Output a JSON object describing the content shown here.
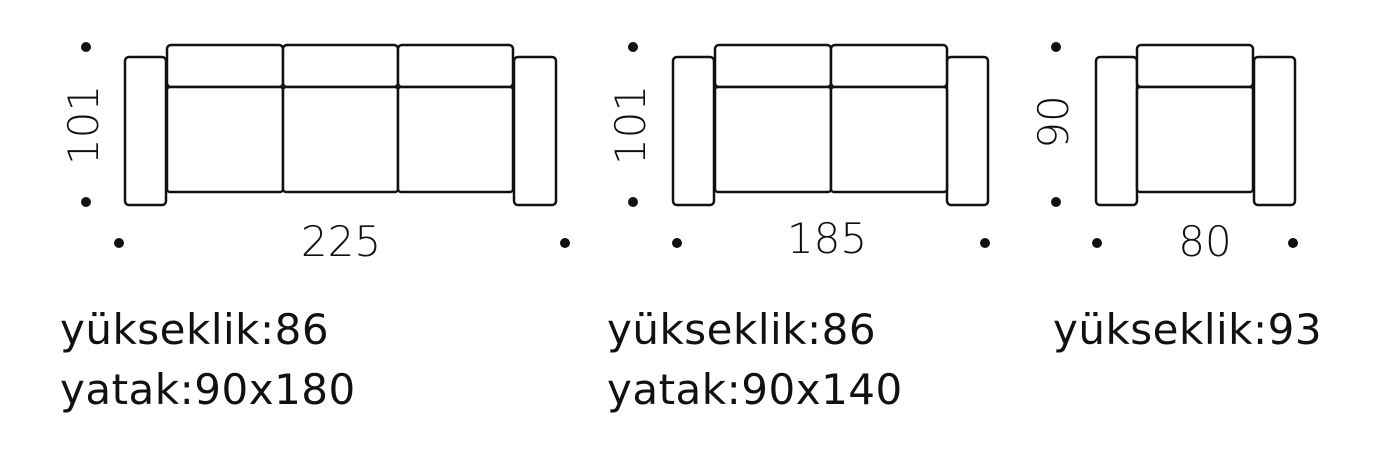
{
  "products": [
    {
      "name": "three-seater",
      "depth": "101",
      "width": "225",
      "height_label": "yükseklik:86",
      "bed_label": "yatak:90x180"
    },
    {
      "name": "two-seater",
      "depth": "101",
      "width": "185",
      "height_label": "yükseklik:86",
      "bed_label": "yatak:90x140"
    },
    {
      "name": "armchair",
      "depth": "90",
      "width": "80",
      "height_label": "yükseklik:93"
    }
  ]
}
